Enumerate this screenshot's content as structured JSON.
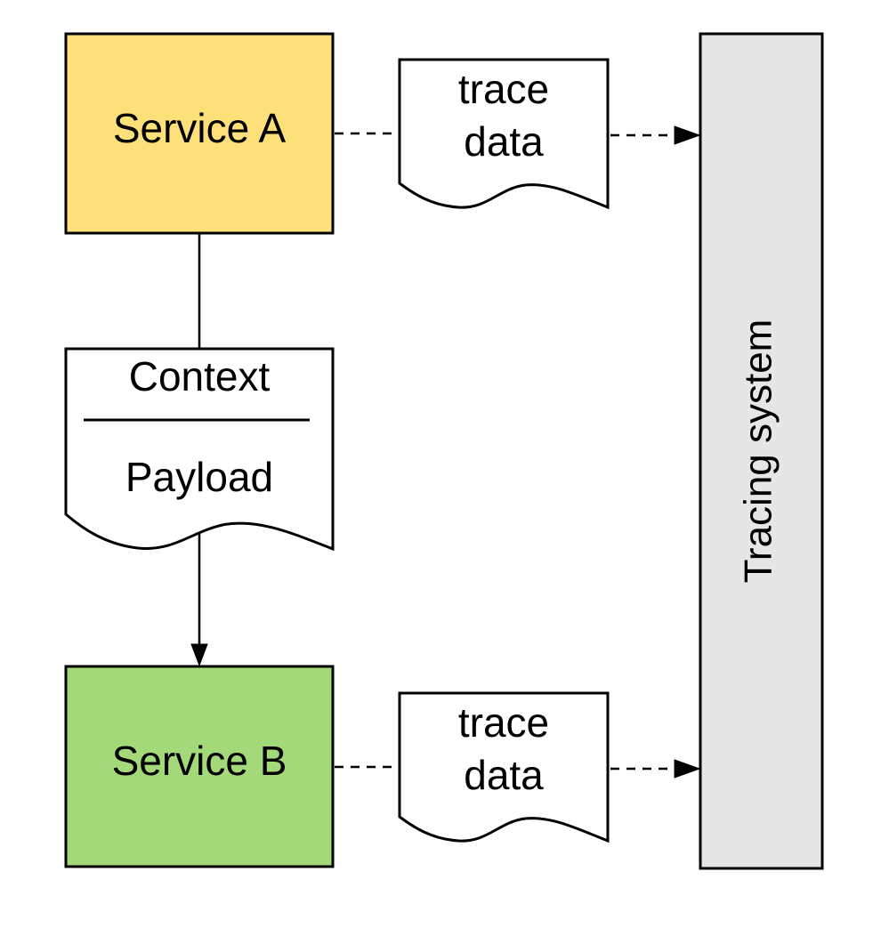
{
  "colors": {
    "service_a_fill": "#fde07a",
    "service_b_fill": "#a4d979",
    "tracing_system_fill": "#e6e6e6",
    "stroke": "#000000",
    "document_fill": "#ffffff"
  },
  "nodes": {
    "service_a": {
      "label": "Service A"
    },
    "service_b": {
      "label": "Service B"
    },
    "tracing_system": {
      "label": "Tracing system"
    },
    "message": {
      "header": "Context",
      "body": "Payload"
    },
    "trace_data_top": {
      "line1": "trace",
      "line2": "data"
    },
    "trace_data_bottom": {
      "line1": "trace",
      "line2": "data"
    }
  },
  "edges": [
    {
      "from": "service_a",
      "to": "message",
      "style": "solid",
      "arrow": false
    },
    {
      "from": "message",
      "to": "service_b",
      "style": "solid",
      "arrow": true
    },
    {
      "from": "service_a",
      "to": "trace_data_top",
      "style": "dashed",
      "arrow": false
    },
    {
      "from": "trace_data_top",
      "to": "tracing_system",
      "style": "dashed",
      "arrow": true
    },
    {
      "from": "service_b",
      "to": "trace_data_bottom",
      "style": "dashed",
      "arrow": false
    },
    {
      "from": "trace_data_bottom",
      "to": "tracing_system",
      "style": "dashed",
      "arrow": true
    }
  ]
}
